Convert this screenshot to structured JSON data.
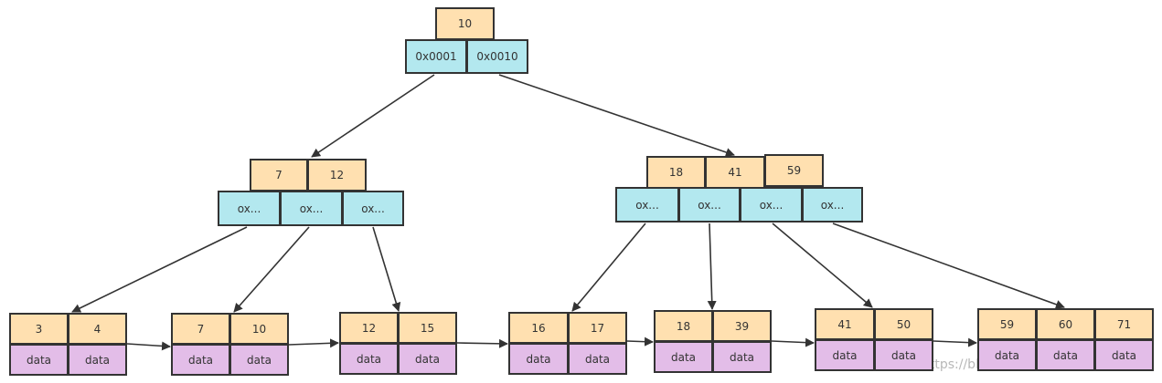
{
  "root": {
    "keys": [
      "10"
    ],
    "pointers": [
      "0x0001",
      "0x0010"
    ]
  },
  "internal": [
    {
      "keys": [
        "7",
        "12"
      ],
      "pointers": [
        "ox...",
        "ox...",
        "ox..."
      ]
    },
    {
      "keys": [
        "18",
        "41",
        "59"
      ],
      "pointers": [
        "ox...",
        "ox...",
        "ox...",
        "ox..."
      ]
    }
  ],
  "leaves": [
    {
      "keys": [
        "3",
        "4"
      ],
      "data": [
        "data",
        "data"
      ]
    },
    {
      "keys": [
        "7",
        "10"
      ],
      "data": [
        "data",
        "data"
      ]
    },
    {
      "keys": [
        "12",
        "15"
      ],
      "data": [
        "data",
        "data"
      ]
    },
    {
      "keys": [
        "16",
        "17"
      ],
      "data": [
        "data",
        "data"
      ]
    },
    {
      "keys": [
        "18",
        "39"
      ],
      "data": [
        "data",
        "data"
      ]
    },
    {
      "keys": [
        "41",
        "50"
      ],
      "data": [
        "data",
        "data"
      ]
    },
    {
      "keys": [
        "59",
        "60",
        "71"
      ],
      "data": [
        "data",
        "data",
        "data"
      ]
    }
  ],
  "watermark": "https://blog.csdn.net/niangzhanghw",
  "colors": {
    "key": "#ffe0b0",
    "pointer": "#b3e8ef",
    "data": "#e3bde8",
    "border": "#333333"
  }
}
